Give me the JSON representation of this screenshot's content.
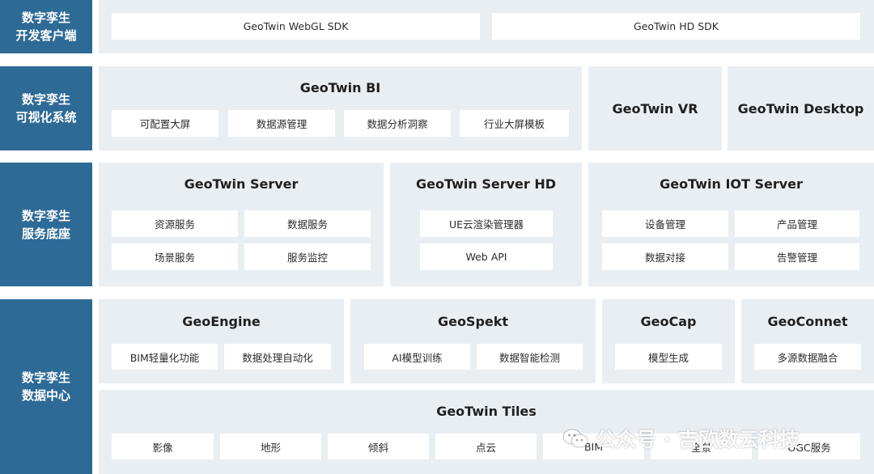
{
  "layers": [
    {
      "label": "数字孪生\n开发客户端",
      "items": [
        "GeoTwin WebGL SDK",
        "GeoTwin HD SDK"
      ]
    },
    {
      "label": "数字孪生\n可视化系统",
      "bi": {
        "title": "GeoTwin BI",
        "items": [
          "可配置大屏",
          "数据源管理",
          "数据分析洞察",
          "行业大屏模板"
        ]
      },
      "vr": "GeoTwin VR",
      "desktop": "GeoTwin Desktop"
    },
    {
      "label": "数字孪生\n服务底座",
      "server": {
        "title": "GeoTwin Server",
        "items": [
          "资源服务",
          "数据服务",
          "场景服务",
          "服务监控"
        ]
      },
      "server_hd": {
        "title": "GeoTwin Server HD",
        "items": [
          "UE云渲染管理器",
          "Web API"
        ]
      },
      "iot": {
        "title": "GeoTwin IOT Server",
        "items": [
          "设备管理",
          "产品管理",
          "数据对接",
          "告警管理"
        ]
      }
    },
    {
      "label": "数字孪生\n数据中心",
      "engine": {
        "title": "GeoEngine",
        "items": [
          "BIM轻量化功能",
          "数据处理自动化"
        ]
      },
      "spekt": {
        "title": "GeoSpekt",
        "items": [
          "AI模型训练",
          "数据智能检测"
        ]
      },
      "cap": {
        "title": "GeoCap",
        "items": [
          "模型生成"
        ]
      },
      "connet": {
        "title": "GeoConnet",
        "items": [
          "多源数据融合"
        ]
      },
      "tiles": {
        "title": "GeoTwin Tiles",
        "items": [
          "影像",
          "地形",
          "倾斜",
          "点云",
          "BIM",
          "全景",
          "OGC服务"
        ]
      }
    }
  ],
  "watermark": {
    "text": "公众号 · 吉欧数云科技",
    "icon": "wechat-icon"
  },
  "colors": {
    "sidebar": "#2e6a96",
    "panel": "#e9eef3",
    "box": "#ffffff"
  }
}
